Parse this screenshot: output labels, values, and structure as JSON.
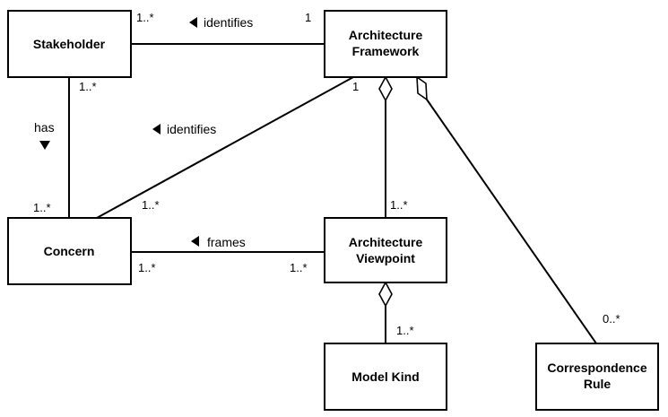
{
  "boxes": {
    "stakeholder": "Stakeholder",
    "architecture_framework": [
      "Architecture",
      "Framework"
    ],
    "concern": "Concern",
    "architecture_viewpoint": [
      "Architecture",
      "Viewpoint"
    ],
    "model_kind": "Model Kind",
    "correspondence_rule": [
      "Correspondence",
      "Rule"
    ]
  },
  "associations": {
    "stakeholder_framework": {
      "label": "identifies",
      "mult_stakeholder": "1..*",
      "mult_framework": "1"
    },
    "stakeholder_concern": {
      "label": "has",
      "mult_stakeholder": "1..*",
      "mult_concern": "1..*"
    },
    "framework_concern": {
      "label": "identifies",
      "mult_framework": "1",
      "mult_concern": "1..*"
    },
    "concern_viewpoint": {
      "label": "frames",
      "mult_concern": "1..*",
      "mult_viewpoint": "1..*"
    },
    "framework_viewpoint": {
      "mult_viewpoint": "1..*"
    },
    "viewpoint_modelkind": {
      "mult_modelkind": "1..*"
    },
    "framework_rule": {
      "mult_rule": "0..*"
    }
  }
}
